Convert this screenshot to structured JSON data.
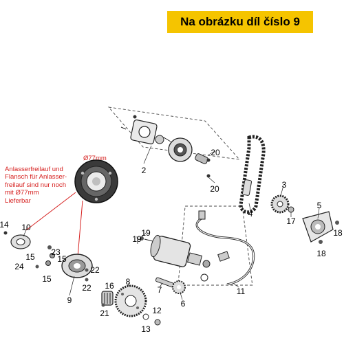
{
  "banner": {
    "text": "Na obrázku díl číslo 9",
    "color": "#f5c400"
  },
  "note": {
    "lines": [
      "Anlasserfreilauf und",
      "Flansch für Anlasser-",
      "freilauf sind nur noch",
      "mit Ø77mm",
      "Lieferbar"
    ],
    "dimension": "Ø77mm",
    "color": "#d6201f"
  },
  "callouts": [
    {
      "label": "2"
    },
    {
      "label": "20"
    },
    {
      "label": "20"
    },
    {
      "label": "3"
    },
    {
      "label": "4"
    },
    {
      "label": "5"
    },
    {
      "label": "17"
    },
    {
      "label": "18"
    },
    {
      "label": "18"
    },
    {
      "label": "19"
    },
    {
      "label": "19"
    },
    {
      "label": "14"
    },
    {
      "label": "10"
    },
    {
      "label": "15"
    },
    {
      "label": "23"
    },
    {
      "label": "15"
    },
    {
      "label": "24"
    },
    {
      "label": "15"
    },
    {
      "label": "22"
    },
    {
      "label": "22"
    },
    {
      "label": "9"
    },
    {
      "label": "16"
    },
    {
      "label": "21"
    },
    {
      "label": "8"
    },
    {
      "label": "7"
    },
    {
      "label": "6"
    },
    {
      "label": "11"
    },
    {
      "label": "13"
    },
    {
      "label": "12"
    }
  ]
}
